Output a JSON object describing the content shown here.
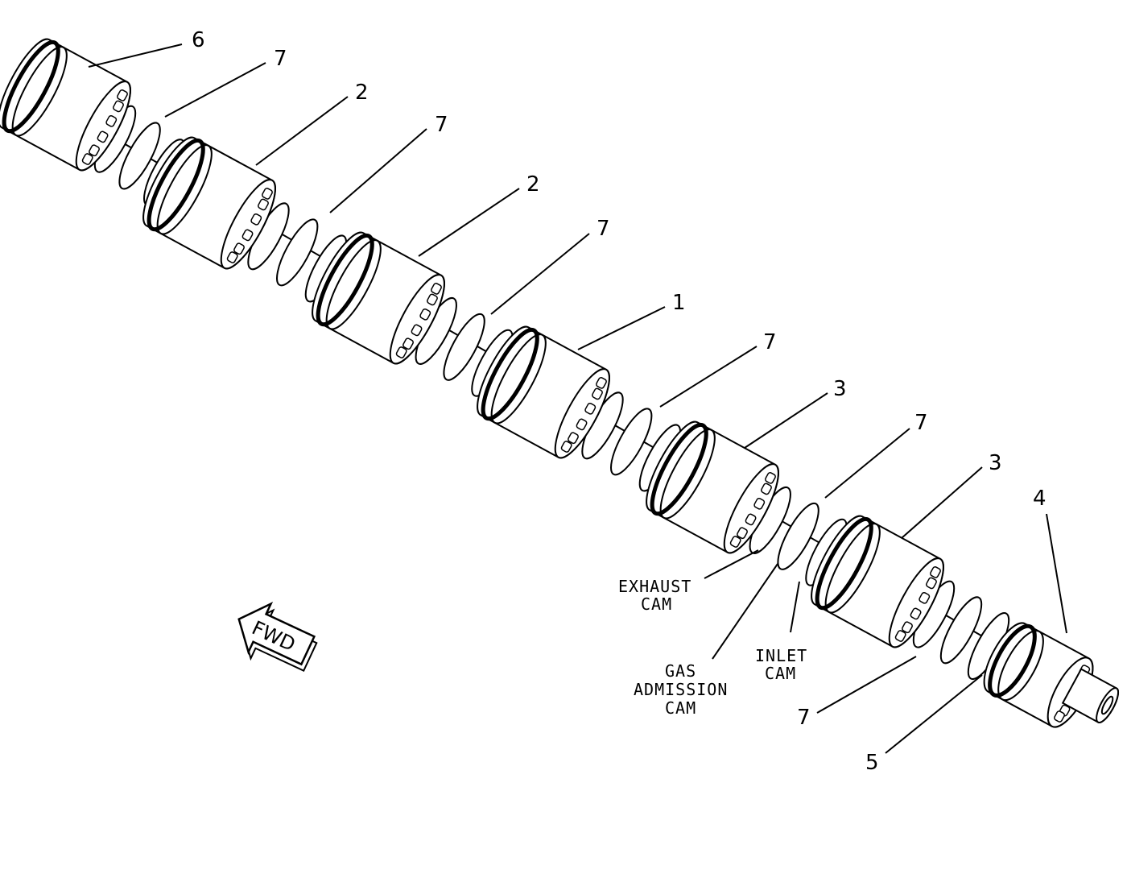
{
  "callouts": [
    {
      "id": "c6a",
      "text": "6"
    },
    {
      "id": "c7a",
      "text": "7"
    },
    {
      "id": "c2a",
      "text": "2"
    },
    {
      "id": "c7b",
      "text": "7"
    },
    {
      "id": "c2b",
      "text": "2"
    },
    {
      "id": "c7c",
      "text": "7"
    },
    {
      "id": "c1a",
      "text": "1"
    },
    {
      "id": "c7d",
      "text": "7"
    },
    {
      "id": "c3a",
      "text": "3"
    },
    {
      "id": "c7e",
      "text": "7"
    },
    {
      "id": "c3b",
      "text": "3"
    },
    {
      "id": "c4a",
      "text": "4"
    },
    {
      "id": "c7f",
      "text": "7"
    },
    {
      "id": "c5a",
      "text": "5"
    }
  ],
  "notes": {
    "exhaust_line1": "EXHAUST",
    "exhaust_line2": "CAM",
    "gas_line1": "GAS",
    "gas_line2": "ADMISSION",
    "gas_line3": "CAM",
    "inlet_line1": "INLET",
    "inlet_line2": "CAM"
  },
  "direction_arrow": {
    "text": "FWD"
  }
}
